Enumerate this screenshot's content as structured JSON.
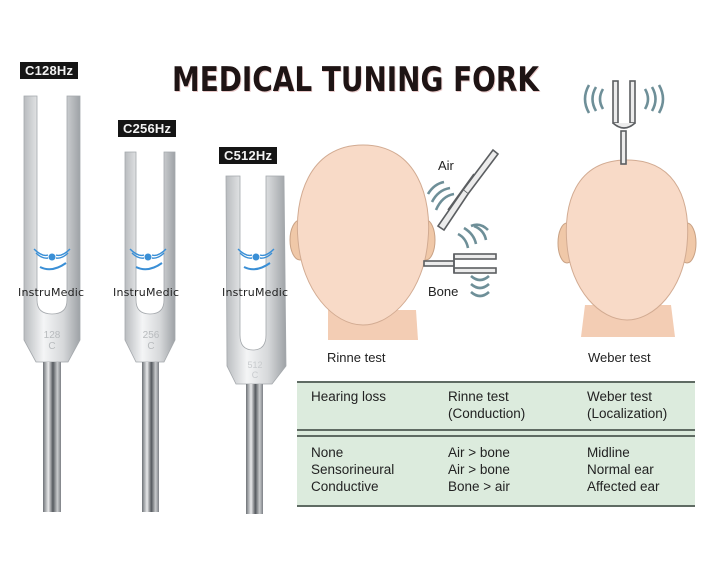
{
  "title": "MEDICAL TUNING FORK",
  "forks": [
    {
      "tag": "C128Hz",
      "brand": "InstruMedic",
      "engraving": [
        "128",
        "C"
      ]
    },
    {
      "tag": "C256Hz",
      "brand": "InstruMedic",
      "engraving": [
        "256",
        "C"
      ]
    },
    {
      "tag": "C512Hz",
      "brand": "InstruMedic",
      "engraving": [
        "512",
        "C"
      ]
    }
  ],
  "diagrams": {
    "rinne": {
      "caption": "Rinne test",
      "air_label": "Air",
      "bone_label": "Bone"
    },
    "weber": {
      "caption": "Weber test"
    }
  },
  "table": {
    "headers": [
      {
        "line1": "Hearing loss",
        "line2": ""
      },
      {
        "line1": "Rinne test",
        "line2": "(Conduction)"
      },
      {
        "line1": "Weber test",
        "line2": "(Localization)"
      }
    ],
    "rows": [
      [
        "None",
        "Air > bone",
        "Midline"
      ],
      [
        "Sensorineural",
        "Air > bone",
        "Normal ear"
      ],
      [
        "Conductive",
        "Bone > air",
        "Affected ear"
      ]
    ]
  },
  "colors": {
    "table_bg": "#dcebdd",
    "skin": "#f6d6c0",
    "wave": "#6e8f98",
    "logo_blue": "#3a8fd6"
  }
}
